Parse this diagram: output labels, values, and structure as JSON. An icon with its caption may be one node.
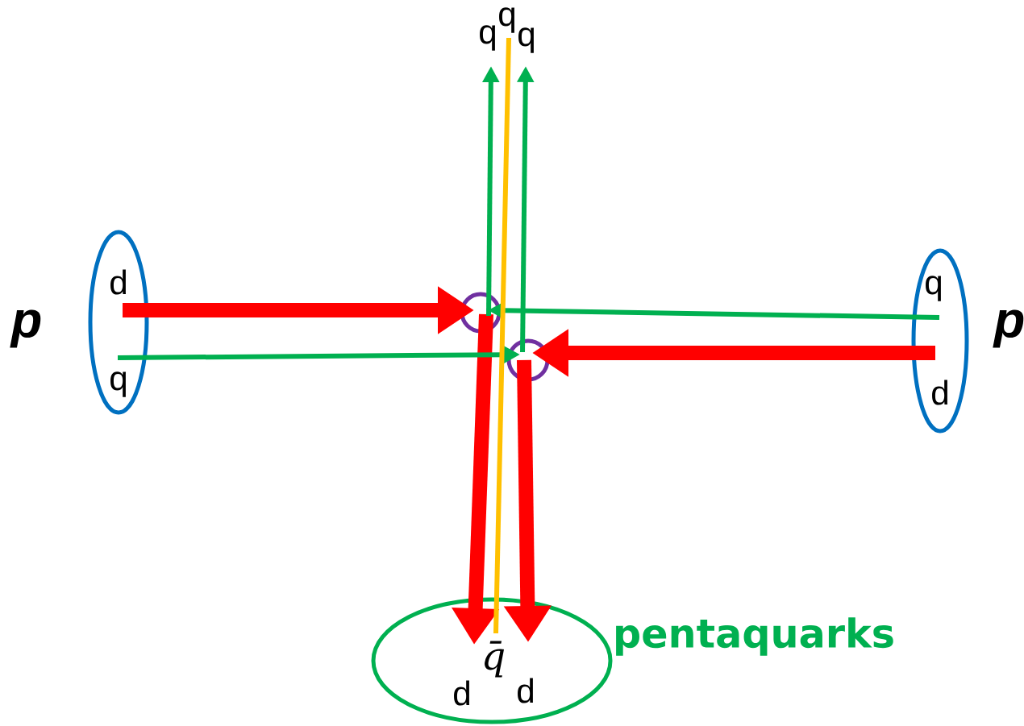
{
  "diagram": {
    "nodes": [
      {
        "text": [
          "d",
          "q"
        ],
        "beside": [
          "p"
        ]
      },
      {
        "text": [
          "q",
          "d"
        ],
        "beside": [
          "p"
        ]
      },
      {
        "text": [
          "q"
        ]
      },
      {
        "text": [
          "q"
        ]
      },
      {
        "text": [
          "q"
        ]
      },
      {
        "text": [],
        "shape": "circle"
      },
      {
        "text": [],
        "shape": "circle"
      },
      {
        "text": [
          "q̄",
          "d",
          "d"
        ],
        "beside": [
          "pentaquarks"
        ]
      }
    ],
    "edges": [
      {
        "from": 0,
        "to": 5,
        "arrow": "to",
        "style": "thick",
        "color": "#ff0000"
      },
      {
        "from": 5,
        "to": 7,
        "arrow": "to",
        "style": "thick",
        "color": "#ff0000"
      },
      {
        "from": 1,
        "to": 6,
        "arrow": "to",
        "style": "thick",
        "color": "#ff0000"
      },
      {
        "from": 6,
        "to": 7,
        "arrow": "to",
        "style": "thick",
        "color": "#ff0000"
      },
      {
        "from": 0,
        "to": 6,
        "arrow": "to",
        "color": "#00b050"
      },
      {
        "from": 6,
        "to": 4,
        "arrow": "to",
        "color": "#00b050"
      },
      {
        "from": 1,
        "to": 5,
        "arrow": "to",
        "color": "#00b050"
      },
      {
        "from": 5,
        "to": 2,
        "arrow": "to",
        "color": "#00b050"
      },
      {
        "from": 7,
        "to": 3,
        "arrow": "none",
        "color": "#ffc000"
      }
    ]
  }
}
